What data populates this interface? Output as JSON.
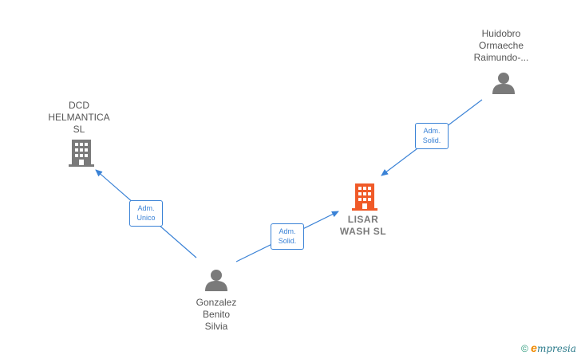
{
  "nodes": {
    "dcd_helmantica": {
      "label": "DCD\nHELMANTICA\nSL",
      "type": "company"
    },
    "huidobro": {
      "label": "Huidobro\nOrmaeche\nRaimundo-...",
      "type": "person"
    },
    "lisar_wash": {
      "label": "LISAR\nWASH  SL",
      "type": "company-main"
    },
    "gonzalez": {
      "label": "Gonzalez\nBenito\nSilvia",
      "type": "person"
    }
  },
  "edges": [
    {
      "label": "Adm.\nUnico",
      "from": "gonzalez",
      "to": "dcd_helmantica"
    },
    {
      "label": "Adm.\nSolid.",
      "from": "gonzalez",
      "to": "lisar_wash"
    },
    {
      "label": "Adm.\nSolid.",
      "from": "huidobro",
      "to": "lisar_wash"
    }
  ],
  "colors": {
    "edge": "#3a82d6",
    "company_icon": "#7a7a7a",
    "main_company_icon": "#f05a28",
    "person_icon": "#7a7a7a"
  },
  "footer": {
    "copyright_symbol": "©",
    "brand_initial": "e",
    "brand_rest": "mpresia"
  }
}
